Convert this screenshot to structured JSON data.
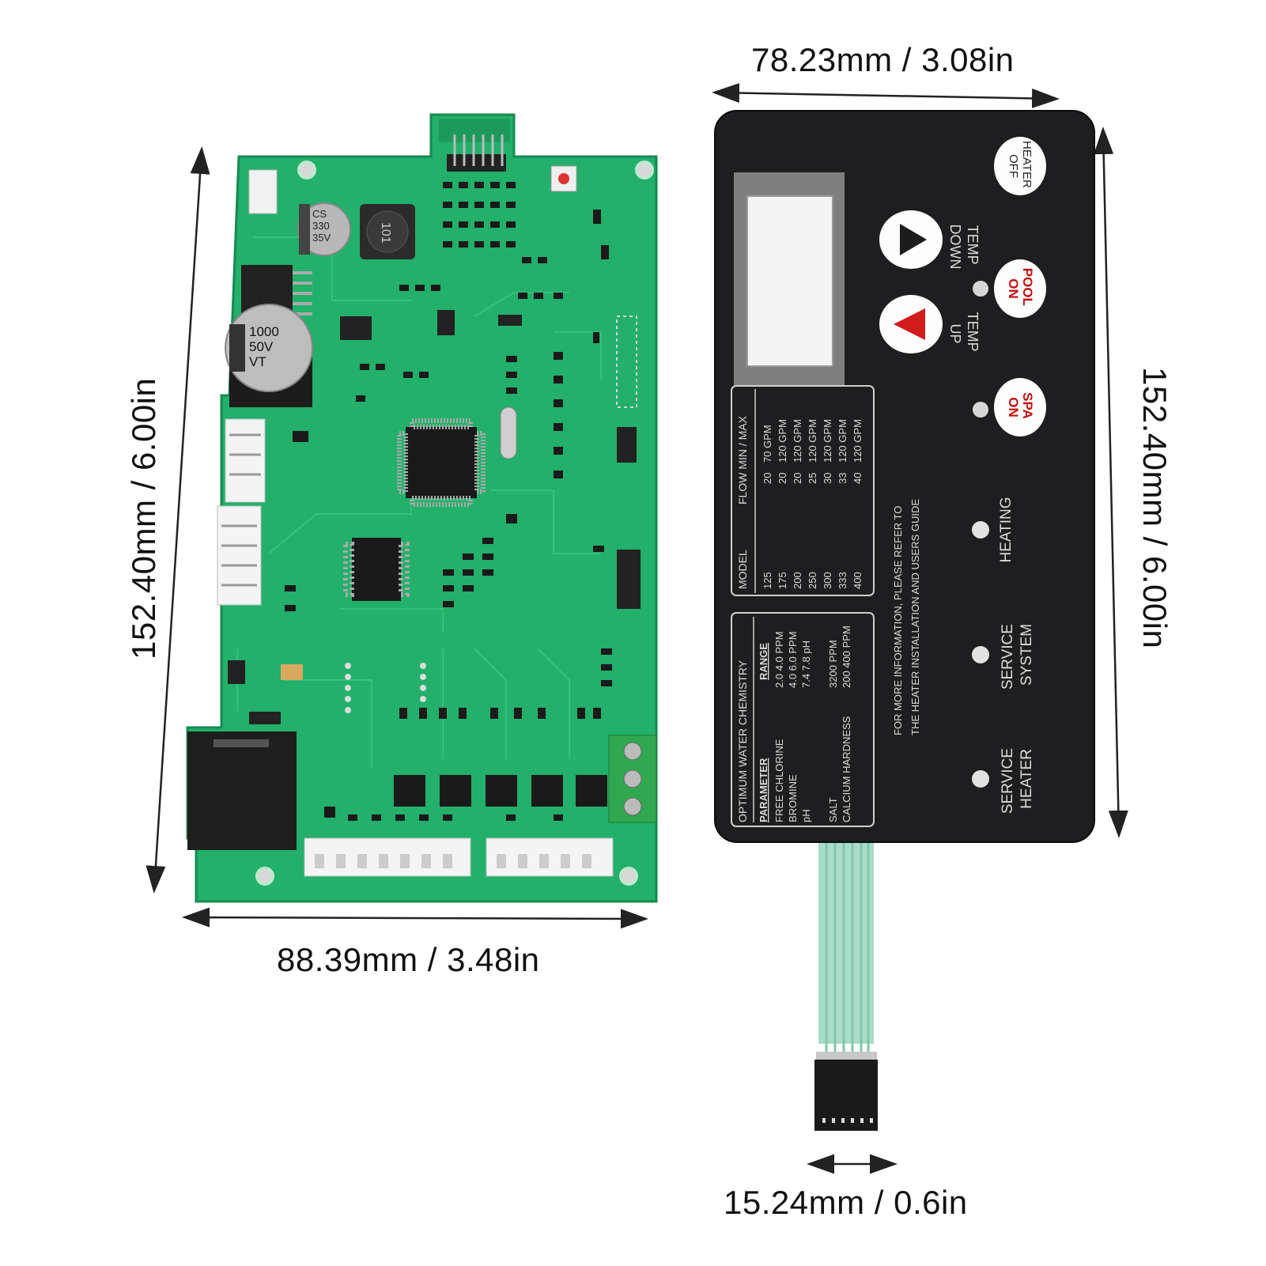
{
  "dimensions": {
    "panel_width": "78.23mm / 3.08in",
    "panel_height": "152.40mm / 6.00in",
    "board_height": "152.40mm / 6.00in",
    "board_width": "88.39mm / 3.48in",
    "ribbon_width": "15.24mm / 0.6in"
  },
  "board": {
    "cap_small": [
      "CS",
      "330",
      "35V"
    ],
    "cap_large": [
      "1000",
      "50V",
      "VT"
    ],
    "inductor": "101"
  },
  "panel": {
    "buttons": {
      "heater_off": [
        "HEATER",
        "OFF"
      ],
      "pool_on": [
        "POOL",
        "ON"
      ],
      "spa_on": [
        "SPA",
        "ON"
      ]
    },
    "labels": {
      "temp_down": [
        "TEMP",
        "DOWN"
      ],
      "temp_up": [
        "TEMP",
        "UP"
      ],
      "heating": "HEATING",
      "service_system": [
        "SERVICE",
        "SYSTEM"
      ],
      "service_heater": [
        "SERVICE",
        "HEATER"
      ]
    },
    "flow_table": {
      "header_model": "MODEL",
      "header_flow": "FLOW MIN / MAX",
      "rows": [
        [
          "125",
          "20",
          "70 GPM"
        ],
        [
          "175",
          "20",
          "120 GPM"
        ],
        [
          "200",
          "20",
          "120 GPM"
        ],
        [
          "250",
          "25",
          "120 GPM"
        ],
        [
          "300",
          "30",
          "120 GPM"
        ],
        [
          "333",
          "33",
          "120 GPM"
        ],
        [
          "400",
          "40",
          "120 GPM"
        ]
      ]
    },
    "info_text": [
      "FOR MORE INFORMATION, PLEASE REFER TO",
      "THE HEATER INSTALLATION AND USERS GUIDE"
    ],
    "chemistry": {
      "title": "OPTIMUM WATER CHEMISTRY",
      "header_param": "PARAMETER",
      "header_range": "RANGE",
      "rows": [
        [
          "FREE CHLORINE",
          "2.0  4.0 PPM"
        ],
        [
          "BROMINE",
          "4.0  6.0 PPM"
        ],
        [
          "pH",
          "7.4  7.8 pH"
        ],
        [
          "",
          ""
        ],
        [
          "SALT",
          "3200 PPM"
        ],
        [
          "CALCIUM HARDNESS",
          "200  400 PPM"
        ]
      ]
    }
  },
  "colors": {
    "pcb": "#22b06a",
    "pcb_dark": "#148a4f",
    "panel": "#1e1e20",
    "ribbon": "#a9dcc8",
    "button_text": "#c01010"
  }
}
